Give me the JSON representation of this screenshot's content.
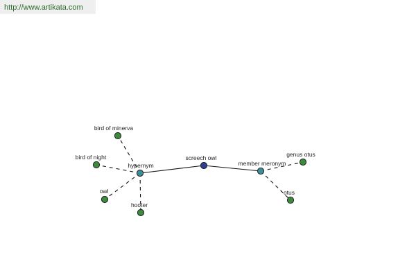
{
  "header": {
    "url": "http://www.artikata.com"
  },
  "colors": {
    "center": "#2a3f8f",
    "relation": "#3d8e96",
    "leaf": "#3c8a3c"
  },
  "graph": {
    "nodes": [
      {
        "id": "screech-owl",
        "label": "screech owl",
        "kind": "center"
      },
      {
        "id": "hypernym",
        "label": "hypernym",
        "kind": "relation"
      },
      {
        "id": "member-meronym",
        "label": "member meronym",
        "kind": "relation"
      },
      {
        "id": "bird-of-minerva",
        "label": "bird of minerva",
        "kind": "leaf"
      },
      {
        "id": "bird-of-night",
        "label": "bird of night",
        "kind": "leaf"
      },
      {
        "id": "owl",
        "label": "owl",
        "kind": "leaf"
      },
      {
        "id": "hooter",
        "label": "hooter",
        "kind": "leaf"
      },
      {
        "id": "genus-otus",
        "label": "genus otus",
        "kind": "leaf"
      },
      {
        "id": "otus",
        "label": "otus",
        "kind": "leaf"
      }
    ],
    "edges": [
      {
        "from": "screech-owl",
        "to": "hypernym",
        "style": "solid"
      },
      {
        "from": "screech-owl",
        "to": "member-meronym",
        "style": "solid"
      },
      {
        "from": "hypernym",
        "to": "bird-of-minerva",
        "style": "dashed"
      },
      {
        "from": "hypernym",
        "to": "bird-of-night",
        "style": "dashed"
      },
      {
        "from": "hypernym",
        "to": "owl",
        "style": "dashed"
      },
      {
        "from": "hypernym",
        "to": "hooter",
        "style": "dashed"
      },
      {
        "from": "member-meronym",
        "to": "genus-otus",
        "style": "dashed"
      },
      {
        "from": "member-meronym",
        "to": "otus",
        "style": "dashed"
      }
    ]
  }
}
